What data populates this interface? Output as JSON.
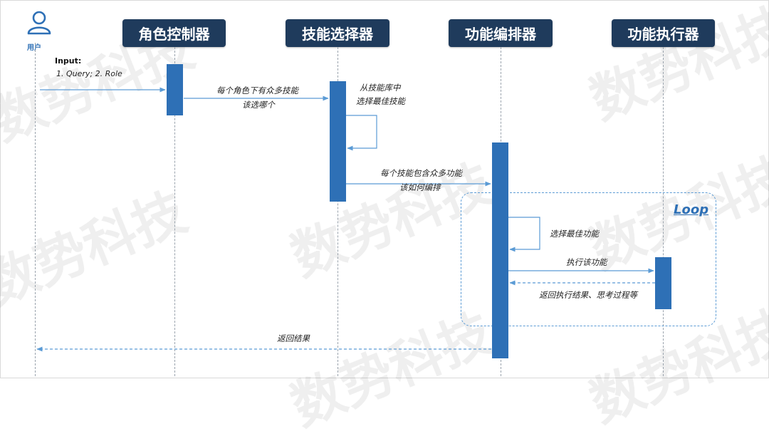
{
  "watermark": "数势科技",
  "user": {
    "label": "用户"
  },
  "input": {
    "title": "Input:",
    "items": "1. Query;  2. Role"
  },
  "participants": [
    "角色控制器",
    "技能选择器",
    "功能编排器",
    "功能执行器"
  ],
  "messages": {
    "role_to_skill_line1": "每个角色下有众多技能",
    "role_to_skill_line2": "该选哪个",
    "skill_self_line1": "从技能库中",
    "skill_self_line2": "选择最佳技能",
    "skill_to_func_line1": "每个技能包含众多功能",
    "skill_to_func_line2": "该如何编排",
    "func_self": "选择最佳功能",
    "func_to_exec": "执行该功能",
    "exec_return": "返回执行结果、思考过程等",
    "final_return": "返回结果"
  },
  "loop": {
    "label": "Loop"
  },
  "colors": {
    "header_bg": "#1f3b5c",
    "activation": "#2e70b6",
    "arrow": "#5b9bd5"
  }
}
